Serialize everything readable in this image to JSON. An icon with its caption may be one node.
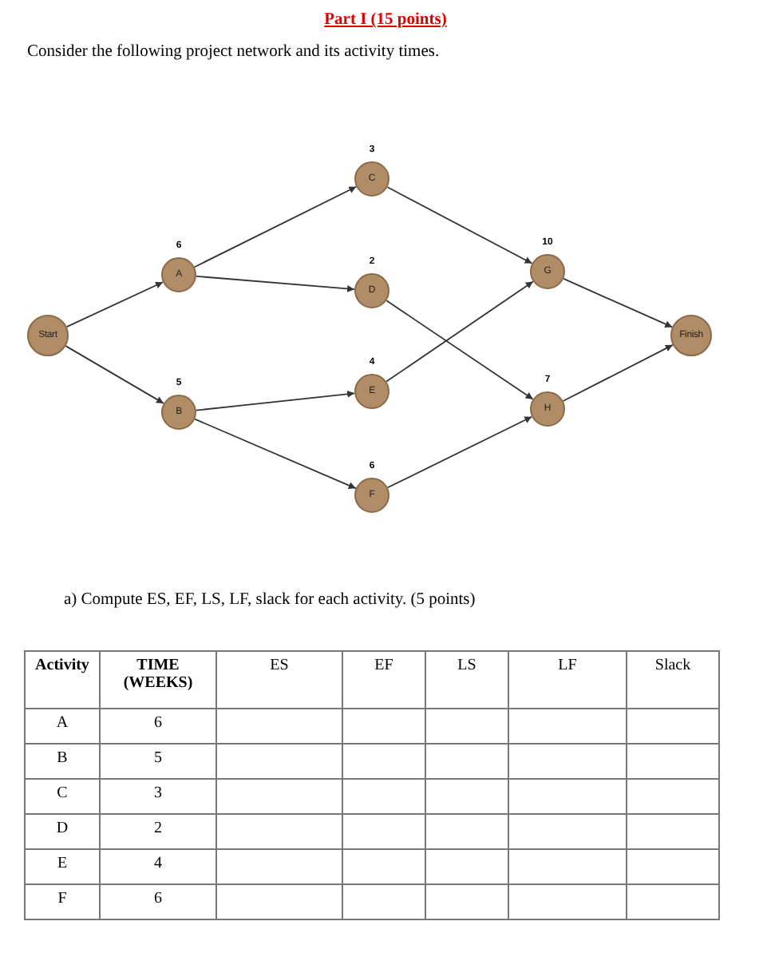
{
  "diagram": {
    "title": "Part I (15 points)",
    "nodes": [
      {
        "text": [
          "Start"
        ]
      },
      {
        "text": [
          "A"
        ],
        "beside": [
          "6"
        ]
      },
      {
        "text": [
          "B"
        ],
        "beside": [
          "5"
        ]
      },
      {
        "text": [
          "C"
        ],
        "beside": [
          "3"
        ]
      },
      {
        "text": [
          "D"
        ],
        "beside": [
          "2"
        ]
      },
      {
        "text": [
          "E"
        ],
        "beside": [
          "4"
        ]
      },
      {
        "text": [
          "F"
        ],
        "beside": [
          "6"
        ]
      },
      {
        "text": [
          "G"
        ],
        "beside": [
          "10"
        ]
      },
      {
        "text": [
          "H"
        ],
        "beside": [
          "7"
        ]
      },
      {
        "text": [
          "Finish"
        ]
      }
    ],
    "edges": [
      {
        "from": 0,
        "to": 1,
        "arrow": "to"
      },
      {
        "from": 0,
        "to": 2,
        "arrow": "to"
      },
      {
        "from": 1,
        "to": 3,
        "arrow": "to"
      },
      {
        "from": 1,
        "to": 4,
        "arrow": "to"
      },
      {
        "from": 2,
        "to": 5,
        "arrow": "to"
      },
      {
        "from": 2,
        "to": 6,
        "arrow": "to"
      },
      {
        "from": 3,
        "to": 7,
        "arrow": "to"
      },
      {
        "from": 4,
        "to": 8,
        "arrow": "to"
      },
      {
        "from": 5,
        "to": 7,
        "arrow": "to"
      },
      {
        "from": 6,
        "to": 8,
        "arrow": "to"
      },
      {
        "from": 7,
        "to": 9,
        "arrow": "to"
      },
      {
        "from": 8,
        "to": 9,
        "arrow": "to"
      }
    ],
    "labels": [
      "Consider the following project network and its activity times.",
      "a) Compute ES, EF, LS, LF, slack for each activity. (5 points)",
      "Activity",
      "TIME (WEEKS)",
      "ES",
      "EF",
      "LS",
      "LF",
      "Slack",
      "A",
      "6",
      "B",
      "5",
      "C",
      "3",
      "D",
      "2",
      "E",
      "4",
      "F",
      "6"
    ]
  }
}
